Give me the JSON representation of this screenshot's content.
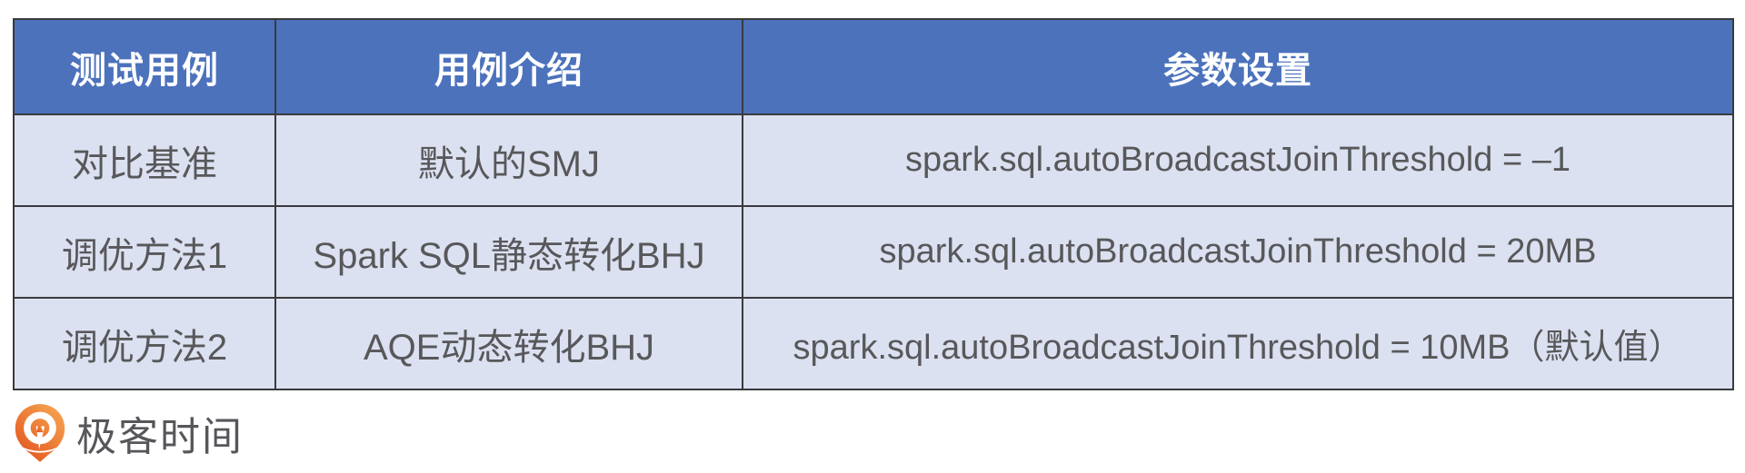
{
  "table": {
    "columns": [
      "测试用例",
      "用例介绍",
      "参数设置"
    ],
    "rows": [
      {
        "test_case": "对比基准",
        "intro": "默认的SMJ",
        "params": "spark.sql.autoBroadcastJoinThreshold = –1"
      },
      {
        "test_case": "调优方法1",
        "intro": "Spark SQL静态转化BHJ",
        "params": "spark.sql.autoBroadcastJoinThreshold = 20MB"
      },
      {
        "test_case": "调优方法2",
        "intro": "AQE动态转化BHJ",
        "params": "spark.sql.autoBroadcastJoinThreshold = 10MB（默认值）"
      }
    ]
  },
  "footer": {
    "brand": "极客时间",
    "logo_icon": "geektime-pin-icon"
  },
  "colors": {
    "header_bg": "#4c72bc",
    "header_text": "#ffffff",
    "row_bg": "#dbe1f1",
    "body_text": "#58585a",
    "border": "#3a3a3c",
    "brand_orange_light": "#f49d4b",
    "brand_orange_dark": "#e4561f"
  }
}
